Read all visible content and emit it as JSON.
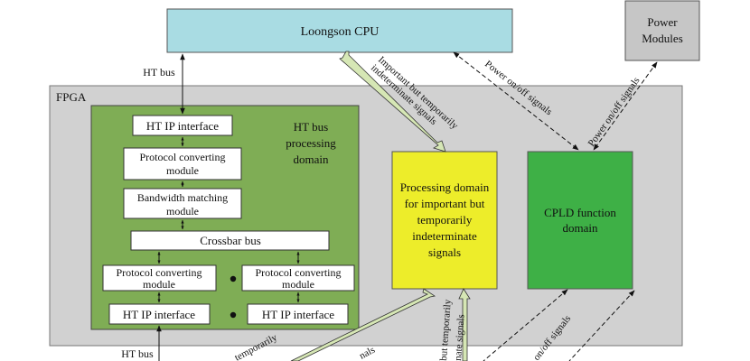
{
  "colors": {
    "cpu_fill": "#a9dce3",
    "fpga_fill": "#d1d1d1",
    "ht_domain_fill": "#7fad55",
    "yellow_fill": "#eded2a",
    "cpld_fill": "#3eb046",
    "power_fill": "#c6c6c6",
    "wide_arrow_fill": "#d6e7b5"
  },
  "cpu": {
    "label": "Loongson CPU"
  },
  "power": {
    "line1": "Power",
    "line2": "Modules"
  },
  "fpga": {
    "label": "FPGA"
  },
  "ht_bus_top": "HT bus",
  "ht_bus_bottom": "HT bus",
  "ht_domain": {
    "line1": "HT bus",
    "line2": "processing",
    "line3": "domain"
  },
  "modules": {
    "ht_ip_top": "HT IP interface",
    "proto_top_1": "Protocol converting",
    "proto_top_2": "module",
    "bw_1": "Bandwidth matching",
    "bw_2": "module",
    "crossbar": "Crossbar bus",
    "proto_left_1": "Protocol converting",
    "proto_left_2": "module",
    "proto_right_1": "Protocol converting",
    "proto_right_2": "module",
    "ht_ip_left": "HT IP interface",
    "ht_ip_right": "HT IP interface"
  },
  "yellow": {
    "line1": "Processing domain",
    "line2": "for important but",
    "line3": "temporarily",
    "line4": "indeterminate",
    "line5": "signals"
  },
  "cpld": {
    "line1": "CPLD function",
    "line2": "domain"
  },
  "labels": {
    "important_1": "Important but temporarily",
    "important_2": "indeterminate signals",
    "power_signals_1": "Power on/off signals",
    "power_signals_2": "Power on/off signals",
    "bottom_temporarily": "temporarily",
    "bottom_nals": "nals",
    "bottom_but_temporarily": "but temporarily",
    "bottom_nate_signals": "nate signals",
    "bottom_off_signals": "on/off signals"
  }
}
